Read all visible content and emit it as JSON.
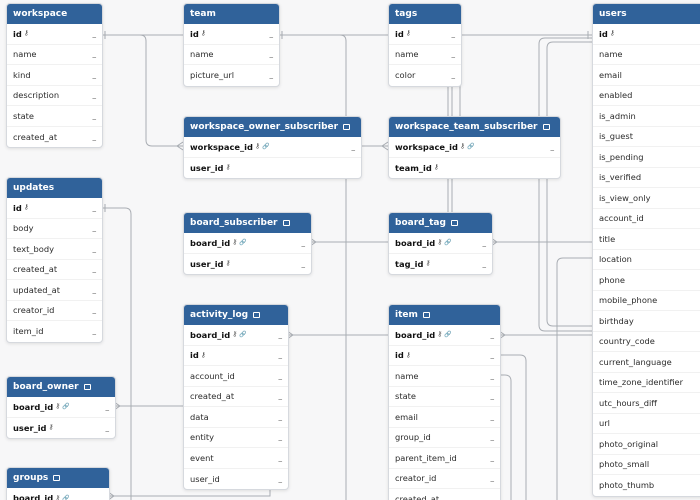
{
  "diagram": {
    "tables": [
      {
        "id": "workspace",
        "name": "workspace",
        "has_note": false,
        "fields": [
          {
            "name": "id",
            "key": true,
            "link": false,
            "bold": true,
            "type": "_"
          },
          {
            "name": "name",
            "key": false,
            "link": false,
            "bold": false,
            "type": "_"
          },
          {
            "name": "kind",
            "key": false,
            "link": false,
            "bold": false,
            "type": "_"
          },
          {
            "name": "description",
            "key": false,
            "link": false,
            "bold": false,
            "type": "_"
          },
          {
            "name": "state",
            "key": false,
            "link": false,
            "bold": false,
            "type": "_"
          },
          {
            "name": "created_at",
            "key": false,
            "link": false,
            "bold": false,
            "type": "_"
          }
        ]
      },
      {
        "id": "team",
        "name": "team",
        "has_note": false,
        "fields": [
          {
            "name": "id",
            "key": true,
            "link": false,
            "bold": true,
            "type": "_"
          },
          {
            "name": "name",
            "key": false,
            "link": false,
            "bold": false,
            "type": "_"
          },
          {
            "name": "picture_url",
            "key": false,
            "link": false,
            "bold": false,
            "type": "_"
          }
        ]
      },
      {
        "id": "tags",
        "name": "tags",
        "has_note": false,
        "fields": [
          {
            "name": "id",
            "key": true,
            "link": false,
            "bold": true,
            "type": "_"
          },
          {
            "name": "name",
            "key": false,
            "link": false,
            "bold": false,
            "type": "_"
          },
          {
            "name": "color",
            "key": false,
            "link": false,
            "bold": false,
            "type": "_"
          }
        ]
      },
      {
        "id": "users",
        "name": "users",
        "has_note": false,
        "fields": [
          {
            "name": "id",
            "key": true,
            "link": false,
            "bold": true,
            "type": ""
          },
          {
            "name": "name",
            "key": false,
            "link": false,
            "bold": false,
            "type": ""
          },
          {
            "name": "email",
            "key": false,
            "link": false,
            "bold": false,
            "type": ""
          },
          {
            "name": "enabled",
            "key": false,
            "link": false,
            "bold": false,
            "type": ""
          },
          {
            "name": "is_admin",
            "key": false,
            "link": false,
            "bold": false,
            "type": ""
          },
          {
            "name": "is_guest",
            "key": false,
            "link": false,
            "bold": false,
            "type": ""
          },
          {
            "name": "is_pending",
            "key": false,
            "link": false,
            "bold": false,
            "type": ""
          },
          {
            "name": "is_verified",
            "key": false,
            "link": false,
            "bold": false,
            "type": ""
          },
          {
            "name": "is_view_only",
            "key": false,
            "link": false,
            "bold": false,
            "type": ""
          },
          {
            "name": "account_id",
            "key": false,
            "link": false,
            "bold": false,
            "type": ""
          },
          {
            "name": "title",
            "key": false,
            "link": false,
            "bold": false,
            "type": ""
          },
          {
            "name": "location",
            "key": false,
            "link": false,
            "bold": false,
            "type": ""
          },
          {
            "name": "phone",
            "key": false,
            "link": false,
            "bold": false,
            "type": ""
          },
          {
            "name": "mobile_phone",
            "key": false,
            "link": false,
            "bold": false,
            "type": ""
          },
          {
            "name": "birthday",
            "key": false,
            "link": false,
            "bold": false,
            "type": ""
          },
          {
            "name": "country_code",
            "key": false,
            "link": false,
            "bold": false,
            "type": ""
          },
          {
            "name": "current_language",
            "key": false,
            "link": false,
            "bold": false,
            "type": ""
          },
          {
            "name": "time_zone_identifier",
            "key": false,
            "link": false,
            "bold": false,
            "type": ""
          },
          {
            "name": "utc_hours_diff",
            "key": false,
            "link": false,
            "bold": false,
            "type": ""
          },
          {
            "name": "url",
            "key": false,
            "link": false,
            "bold": false,
            "type": ""
          },
          {
            "name": "photo_original",
            "key": false,
            "link": false,
            "bold": false,
            "type": ""
          },
          {
            "name": "photo_small",
            "key": false,
            "link": false,
            "bold": false,
            "type": ""
          },
          {
            "name": "photo_thumb",
            "key": false,
            "link": false,
            "bold": false,
            "type": ""
          }
        ]
      },
      {
        "id": "workspace_owner_subscriber",
        "name": "workspace_owner_subscriber",
        "has_note": true,
        "fields": [
          {
            "name": "workspace_id",
            "key": true,
            "link": true,
            "bold": true,
            "type": "_"
          },
          {
            "name": "user_id",
            "key": true,
            "link": false,
            "bold": true,
            "type": ""
          }
        ]
      },
      {
        "id": "workspace_team_subscriber",
        "name": "workspace_team_subscriber",
        "has_note": true,
        "fields": [
          {
            "name": "workspace_id",
            "key": true,
            "link": true,
            "bold": true,
            "type": "_"
          },
          {
            "name": "team_id",
            "key": true,
            "link": false,
            "bold": true,
            "type": ""
          }
        ]
      },
      {
        "id": "updates",
        "name": "updates",
        "has_note": false,
        "fields": [
          {
            "name": "id",
            "key": true,
            "link": false,
            "bold": true,
            "type": "_"
          },
          {
            "name": "body",
            "key": false,
            "link": false,
            "bold": false,
            "type": "_"
          },
          {
            "name": "text_body",
            "key": false,
            "link": false,
            "bold": false,
            "type": "_"
          },
          {
            "name": "created_at",
            "key": false,
            "link": false,
            "bold": false,
            "type": "_"
          },
          {
            "name": "updated_at",
            "key": false,
            "link": false,
            "bold": false,
            "type": "_"
          },
          {
            "name": "creator_id",
            "key": false,
            "link": false,
            "bold": false,
            "type": "_"
          },
          {
            "name": "item_id",
            "key": false,
            "link": false,
            "bold": false,
            "type": "_"
          }
        ]
      },
      {
        "id": "board_subscriber",
        "name": "board_subscriber",
        "has_note": true,
        "fields": [
          {
            "name": "board_id",
            "key": true,
            "link": true,
            "bold": true,
            "type": "_"
          },
          {
            "name": "user_id",
            "key": true,
            "link": false,
            "bold": true,
            "type": "_"
          }
        ]
      },
      {
        "id": "board_tag",
        "name": "board_tag",
        "has_note": true,
        "fields": [
          {
            "name": "board_id",
            "key": true,
            "link": true,
            "bold": true,
            "type": "_"
          },
          {
            "name": "tag_id",
            "key": true,
            "link": false,
            "bold": true,
            "type": "_"
          }
        ]
      },
      {
        "id": "activity_log",
        "name": "activity_log",
        "has_note": true,
        "fields": [
          {
            "name": "board_id",
            "key": true,
            "link": true,
            "bold": true,
            "type": "_"
          },
          {
            "name": "id",
            "key": true,
            "link": false,
            "bold": true,
            "type": "_"
          },
          {
            "name": "account_id",
            "key": false,
            "link": false,
            "bold": false,
            "type": "_"
          },
          {
            "name": "created_at",
            "key": false,
            "link": false,
            "bold": false,
            "type": "_"
          },
          {
            "name": "data",
            "key": false,
            "link": false,
            "bold": false,
            "type": "_"
          },
          {
            "name": "entity",
            "key": false,
            "link": false,
            "bold": false,
            "type": "_"
          },
          {
            "name": "event",
            "key": false,
            "link": false,
            "bold": false,
            "type": "_"
          },
          {
            "name": "user_id",
            "key": false,
            "link": false,
            "bold": false,
            "type": "_"
          }
        ]
      },
      {
        "id": "item",
        "name": "item",
        "has_note": true,
        "fields": [
          {
            "name": "board_id",
            "key": true,
            "link": true,
            "bold": true,
            "type": "_"
          },
          {
            "name": "id",
            "key": true,
            "link": false,
            "bold": true,
            "type": "_"
          },
          {
            "name": "name",
            "key": false,
            "link": false,
            "bold": false,
            "type": "_"
          },
          {
            "name": "state",
            "key": false,
            "link": false,
            "bold": false,
            "type": "_"
          },
          {
            "name": "email",
            "key": false,
            "link": false,
            "bold": false,
            "type": "_"
          },
          {
            "name": "group_id",
            "key": false,
            "link": false,
            "bold": false,
            "type": "_"
          },
          {
            "name": "parent_item_id",
            "key": false,
            "link": false,
            "bold": false,
            "type": "_"
          },
          {
            "name": "creator_id",
            "key": false,
            "link": false,
            "bold": false,
            "type": "_"
          },
          {
            "name": "created_at",
            "key": false,
            "link": false,
            "bold": false,
            "type": "_"
          }
        ]
      },
      {
        "id": "board_owner",
        "name": "board_owner",
        "has_note": true,
        "fields": [
          {
            "name": "board_id",
            "key": true,
            "link": true,
            "bold": true,
            "type": "_"
          },
          {
            "name": "user_id",
            "key": true,
            "link": false,
            "bold": true,
            "type": "_"
          }
        ]
      },
      {
        "id": "groups",
        "name": "groups",
        "has_note": true,
        "fields": [
          {
            "name": "board_id",
            "key": true,
            "link": true,
            "bold": true,
            "type": "_"
          }
        ]
      }
    ]
  }
}
